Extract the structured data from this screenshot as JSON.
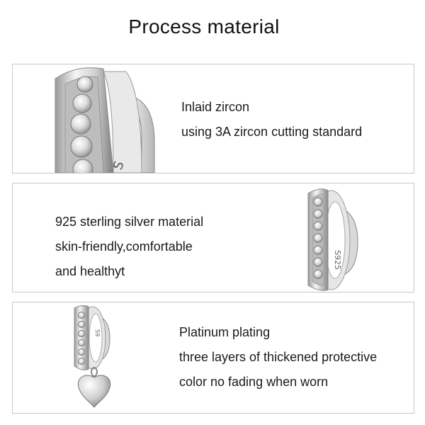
{
  "title": "Process material",
  "panels": [
    {
      "lines": [
        "Inlaid zircon",
        "using 3A zircon cutting standard"
      ],
      "image": "zircon-ring-closeup"
    },
    {
      "lines": [
        "925 sterling silver material",
        "skin-friendly,comfortable",
        "and healthyt"
      ],
      "image": "silver-spacer-charm"
    },
    {
      "lines": [
        "Platinum plating",
        "three layers of thickened protective",
        "color no fading when worn"
      ],
      "image": "heart-dangle-charm"
    }
  ],
  "colors": {
    "border": "#c8c8c8",
    "silver_light": "#f4f4f4",
    "silver_dark": "#8a8a8a"
  }
}
